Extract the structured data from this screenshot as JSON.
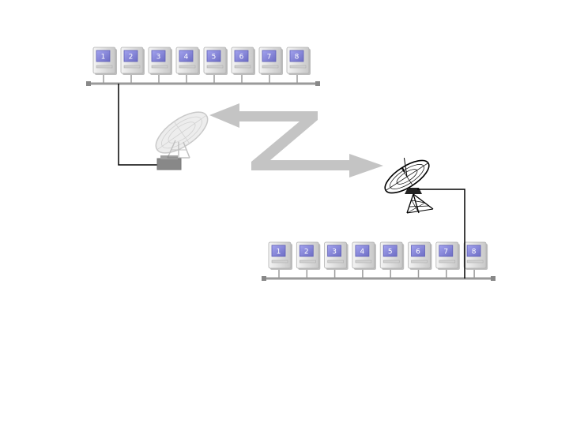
{
  "networks": [
    {
      "id": "lan-top",
      "terminals": [
        "1",
        "2",
        "3",
        "4",
        "5",
        "6",
        "7",
        "8"
      ]
    },
    {
      "id": "lan-bottom",
      "terminals": [
        "1",
        "2",
        "3",
        "4",
        "5",
        "6",
        "7",
        "8"
      ]
    }
  ],
  "dishes": [
    {
      "id": "dish-sender",
      "style": "faded"
    },
    {
      "id": "dish-receiver",
      "style": "outlined"
    }
  ],
  "link": {
    "type": "satellite-z-arrow",
    "direction": "bidirectional"
  },
  "icons": {
    "terminal": "computer-terminal-icon",
    "dish": "satellite-dish-icon",
    "link": "z-arrow-icon"
  },
  "colors": {
    "screen": "#8c8ce0",
    "screen_dark": "#6060b8",
    "cabinet": "#e8e8e8",
    "cabinet_shadow": "#bdbdbd",
    "bus": "#9a9a9a",
    "arrow": "#c4c4c4",
    "cable": "#000000",
    "modem": "#888888"
  }
}
